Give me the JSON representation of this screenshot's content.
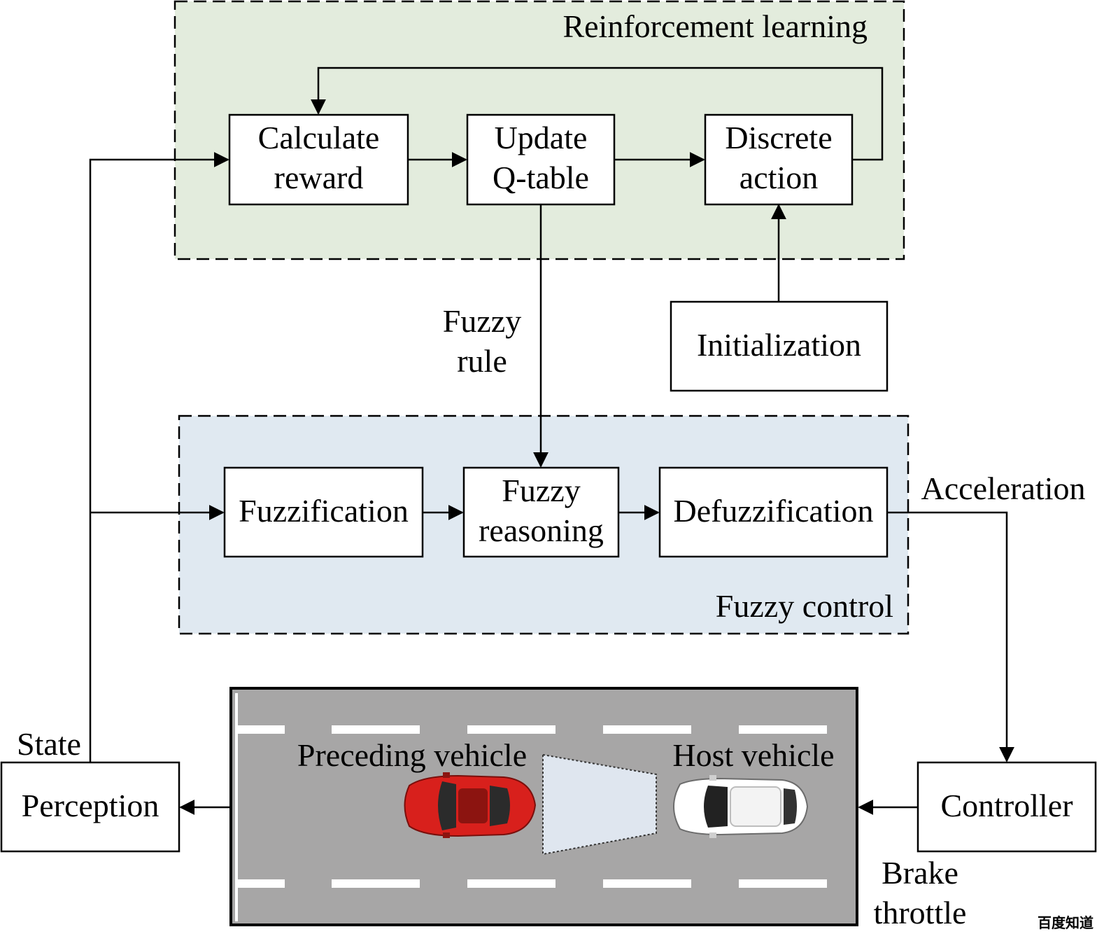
{
  "groups": {
    "reinforcement_learning": {
      "title": "Reinforcement learning",
      "fill": "#e3ecdd"
    },
    "fuzzy_control": {
      "title": "Fuzzy control",
      "fill": "#e0e9f1"
    }
  },
  "boxes": {
    "calculate_reward": [
      "Calculate",
      "reward"
    ],
    "update_q_table": [
      "Update",
      "Q-table"
    ],
    "discrete_action": [
      "Discrete",
      "action"
    ],
    "initialization": "Initialization",
    "fuzzification": "Fuzzification",
    "fuzzy_reasoning": [
      "Fuzzy",
      "reasoning"
    ],
    "defuzzification": "Defuzzification",
    "perception": "Perception",
    "controller": "Controller"
  },
  "edge_labels": {
    "fuzzy_rule": [
      "Fuzzy",
      "rule"
    ],
    "acceleration": "Acceleration",
    "state": "State",
    "brake_throttle": [
      "Brake",
      "throttle"
    ]
  },
  "scene": {
    "road_color": "#a7a6a6",
    "preceding_vehicle": "Preceding vehicle",
    "host_vehicle": "Host vehicle",
    "preceding_color": "#d8201c",
    "host_color": "#ffffff",
    "sensor_color": "#dfe6ef"
  },
  "watermark": "百度知道",
  "watermark_color": "#c97a2e"
}
